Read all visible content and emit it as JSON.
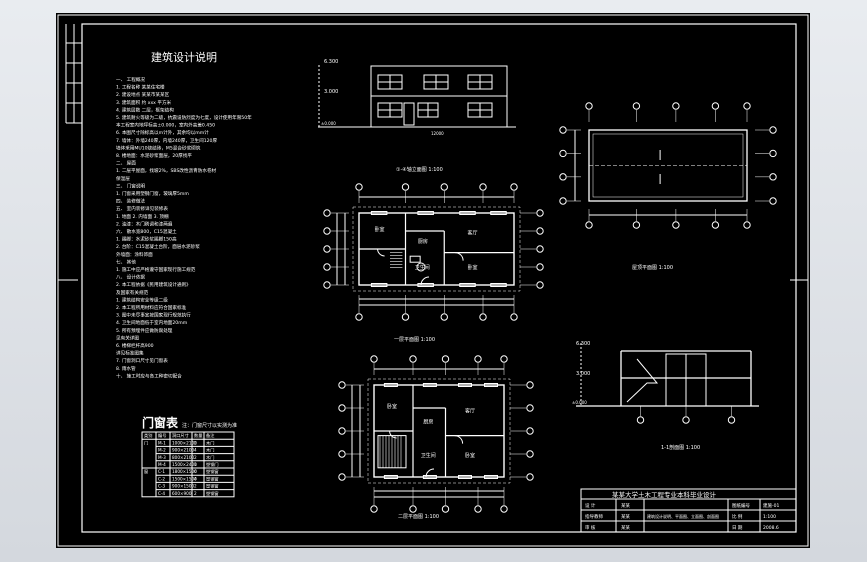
{
  "design_notes": {
    "title": "建筑设计说明",
    "lines": [
      "一、  工程概况",
      "1. 工程名称  某某住宅楼",
      "2. 建设地点  某某市某某区",
      "3. 建筑面积  约 xxx 平方米",
      "4. 建筑层数  二层，框架结构",
      "5. 建筑耐火等级为二级，抗震设防烈度为七度，设计使用年限50年",
      "   本工程室内地坪标高±0.000，室内外高差0.450",
      "6. 本图尺寸除标高以m计外，其余均以mm计",
      "7. 墙体：外墙240厚，内墙240厚，卫生间120厚",
      "   墙体采用MU10烧结砖，M5混合砂浆砌筑",
      "8. 楼地面：水泥砂浆面层，20厚找平",
      "二、  屋面",
      "1. 二层平屋面，找坡2%，SBS改性沥青防水卷材",
      "   保温层",
      "三、  门窗说明",
      "1. 门窗采用塑钢门窗，玻璃厚5mm",
      "四、  装修做法",
      "五、  室内装修详见装修表",
      "1. 地面 2. 内墙面 3. 顶棚",
      "2. 油漆：木门刷调和漆两遍",
      "六、  散水宽800，C15混凝土",
      "1. 踢脚：水泥砂浆踢脚150高",
      "2. 台阶：C15混凝土台阶，面层水泥砂浆",
      "   外墙面：涂料饰面",
      "七、  其他",
      "1. 施工中应严格遵守国家现行施工规范",
      "八、  设计依据",
      "2. 本工程依据《民用建筑设计通则》",
      "   及国家有关规范",
      "1. 建筑结构安全等级二级",
      "2. 本工程所用材料应符合国家标准",
      "3. 图中未尽事宜按国家现行规范执行",
      "4. 卫生间地面低于室内地面20mm",
      "5. 所有预埋件应做防腐处理",
      "   见有关详图",
      "6. 楼梯栏杆高900",
      "   详见标准图集",
      "7. 门窗洞口尺寸见门窗表",
      "8. 雨水管",
      "十、  施工时应与各工种密切配合"
    ]
  },
  "door_window_table": {
    "title": "门窗表",
    "subtitle": "注：门窗尺寸以实测为准",
    "headers": [
      "类别",
      "编号",
      "洞口尺寸",
      "数量",
      "备注"
    ],
    "rows": [
      [
        "门",
        "M-1",
        "1000×2100",
        "2",
        "木门"
      ],
      [
        "",
        "M-2",
        "900×2100",
        "4",
        "木门"
      ],
      [
        "",
        "M-3",
        "800×2100",
        "2",
        "木门"
      ],
      [
        "",
        "M-4",
        "1500×2400",
        "1",
        "塑钢门"
      ],
      [
        "窗",
        "C-1",
        "1800×1500",
        "6",
        "塑钢窗"
      ],
      [
        "",
        "C-2",
        "1500×1500",
        "4",
        "塑钢窗"
      ],
      [
        "",
        "C-3",
        "900×1500",
        "2",
        "塑钢窗"
      ],
      [
        "",
        "C-4",
        "600×900",
        "2",
        "塑钢窗"
      ]
    ]
  },
  "drawings": {
    "elevation_title": "①-④轴立面图 1:100",
    "ground_floor_title": "一层平面图 1:100",
    "second_floor_title": "二层平面图 1:100",
    "roof_plan_title": "屋顶平面图 1:100",
    "section_title": "1-1剖面图 1:100",
    "level_top": "6.300",
    "level_mid": "3.000",
    "level_base": "±0.000",
    "dim_total": "12000",
    "room_labels": {
      "living": "客厅",
      "kitchen": "厨房",
      "bedroom": "卧室",
      "bath": "卫生间",
      "stair": "楼梯"
    }
  },
  "title_block": {
    "school": "某某大学土木工程专业本科毕业设计",
    "rows": [
      [
        "设 计",
        "某某",
        "图纸编号",
        "建施-01"
      ],
      [
        "指导教师",
        "某某",
        "比 例",
        "1:100"
      ],
      [
        "审 核",
        "某某",
        "日 期",
        "2008.6"
      ]
    ],
    "drawing_name": "建筑设计说明、平面图、立面图、剖面图"
  }
}
